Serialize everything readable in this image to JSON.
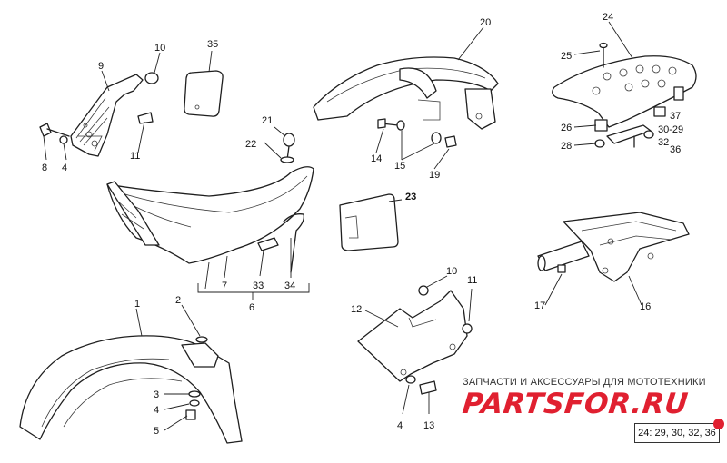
{
  "labels": {
    "p1": "1",
    "p2": "2",
    "p3": "3",
    "p4a": "4",
    "p4b": "4",
    "p4c": "4",
    "p5": "5",
    "p6": "6",
    "p7": "7",
    "p8": "8",
    "p9": "9",
    "p10a": "10",
    "p10b": "10",
    "p11a": "11",
    "p11b": "11",
    "p12": "12",
    "p13": "13",
    "p14": "14",
    "p15": "15",
    "p16": "16",
    "p17": "17",
    "p19": "19",
    "p20": "20",
    "p21": "21",
    "p22": "22",
    "p23": "23",
    "p24": "24",
    "p25": "25",
    "p26": "26",
    "p28": "28",
    "p29": "30-29",
    "p32": "32",
    "p33": "33",
    "p34": "34",
    "p35": "35",
    "p36": "36",
    "p37": "37"
  },
  "watermark": {
    "tagline": "ЗАПЧАСТИ И АКСЕССУАРЫ ДЛЯ МОТОТЕХНИКИ",
    "brand": "PARTSFOR.RU"
  },
  "note": "24: 29, 30, 32, 36",
  "colors": {
    "brand": "#e02030",
    "line": "#1f1f1f"
  }
}
